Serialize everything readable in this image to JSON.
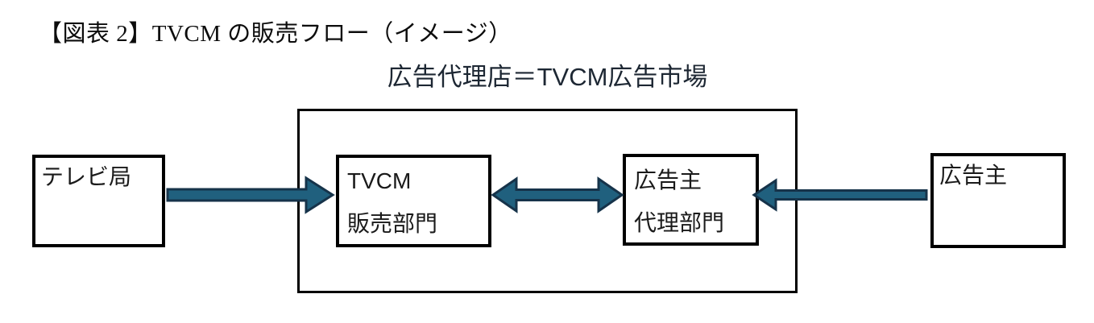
{
  "page": {
    "background": "#ffffff"
  },
  "header": {
    "title": "【図表 2】TVCM の販売フロー（イメージ）"
  },
  "diagram": {
    "market_label": "広告代理店＝TVCM広告市場",
    "boxes": {
      "tv_station": {
        "label": "テレビ局"
      },
      "tvcm_sales": {
        "line1": "TVCM",
        "line2": "販売部門"
      },
      "advertiser_agency": {
        "line1": "広告主",
        "line2": "代理部門"
      },
      "advertiser": {
        "label": "広告主"
      }
    },
    "arrows": {
      "fill": "#20607E",
      "stroke": "#16334A",
      "items": [
        {
          "name": "tv-station-to-tvcm-sales",
          "direction": "right"
        },
        {
          "name": "tvcm-sales-and-advertiser-agency",
          "direction": "both"
        },
        {
          "name": "advertiser-to-advertiser-agency",
          "direction": "left"
        }
      ]
    },
    "colors": {
      "box_border": "#000000",
      "box_text": "#1a1a1a",
      "label_text": "#1d2733",
      "title_text": "#0c0c0c"
    }
  }
}
